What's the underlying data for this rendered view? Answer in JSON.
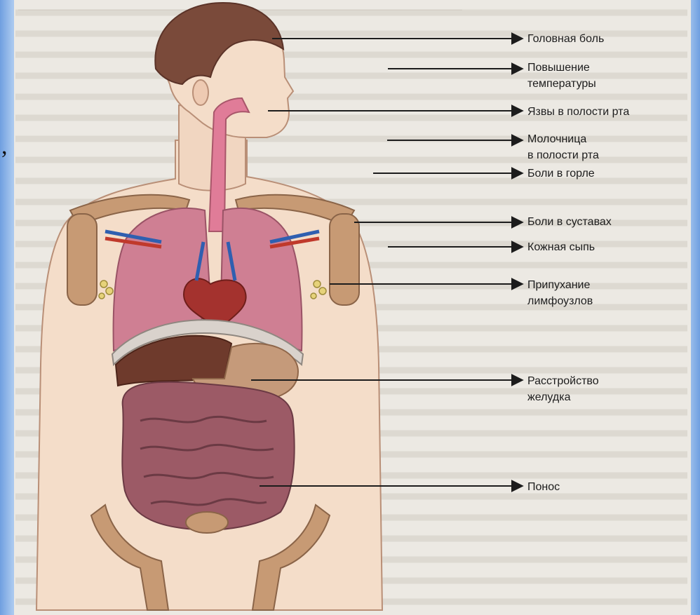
{
  "labels": {
    "headache": "Головная боль",
    "fever_1": "Повышение",
    "fever_2": "температуры",
    "mouth_ulcers": "Язвы в полости рта",
    "thrush_1": "Молочница",
    "thrush_2": "в полости рта",
    "sore_throat": "Боли в горле",
    "joint_pain": "Боли в суставах",
    "skin_rash": "Кожная сыпь",
    "lymph_1": "Припухание",
    "lymph_2": "лимфоузлов",
    "stomach_1": "Расстройство",
    "stomach_2": "желудка",
    "diarrhea": "Понос"
  },
  "margin_mark": ",",
  "colors": {
    "border": "#8fb6e6",
    "paper": "#ece9e3",
    "hair": "#7a4a3a",
    "skin": "#f4ddc9",
    "lungs": "#cf7f93",
    "trachea": "#e07c98",
    "heart": "#a4322e",
    "liver": "#6e3a2c",
    "stomach": "#c59a7a",
    "intestine": "#9c5a66",
    "bone": "#c79a74",
    "vessels_blue": "#2f5fb0"
  }
}
